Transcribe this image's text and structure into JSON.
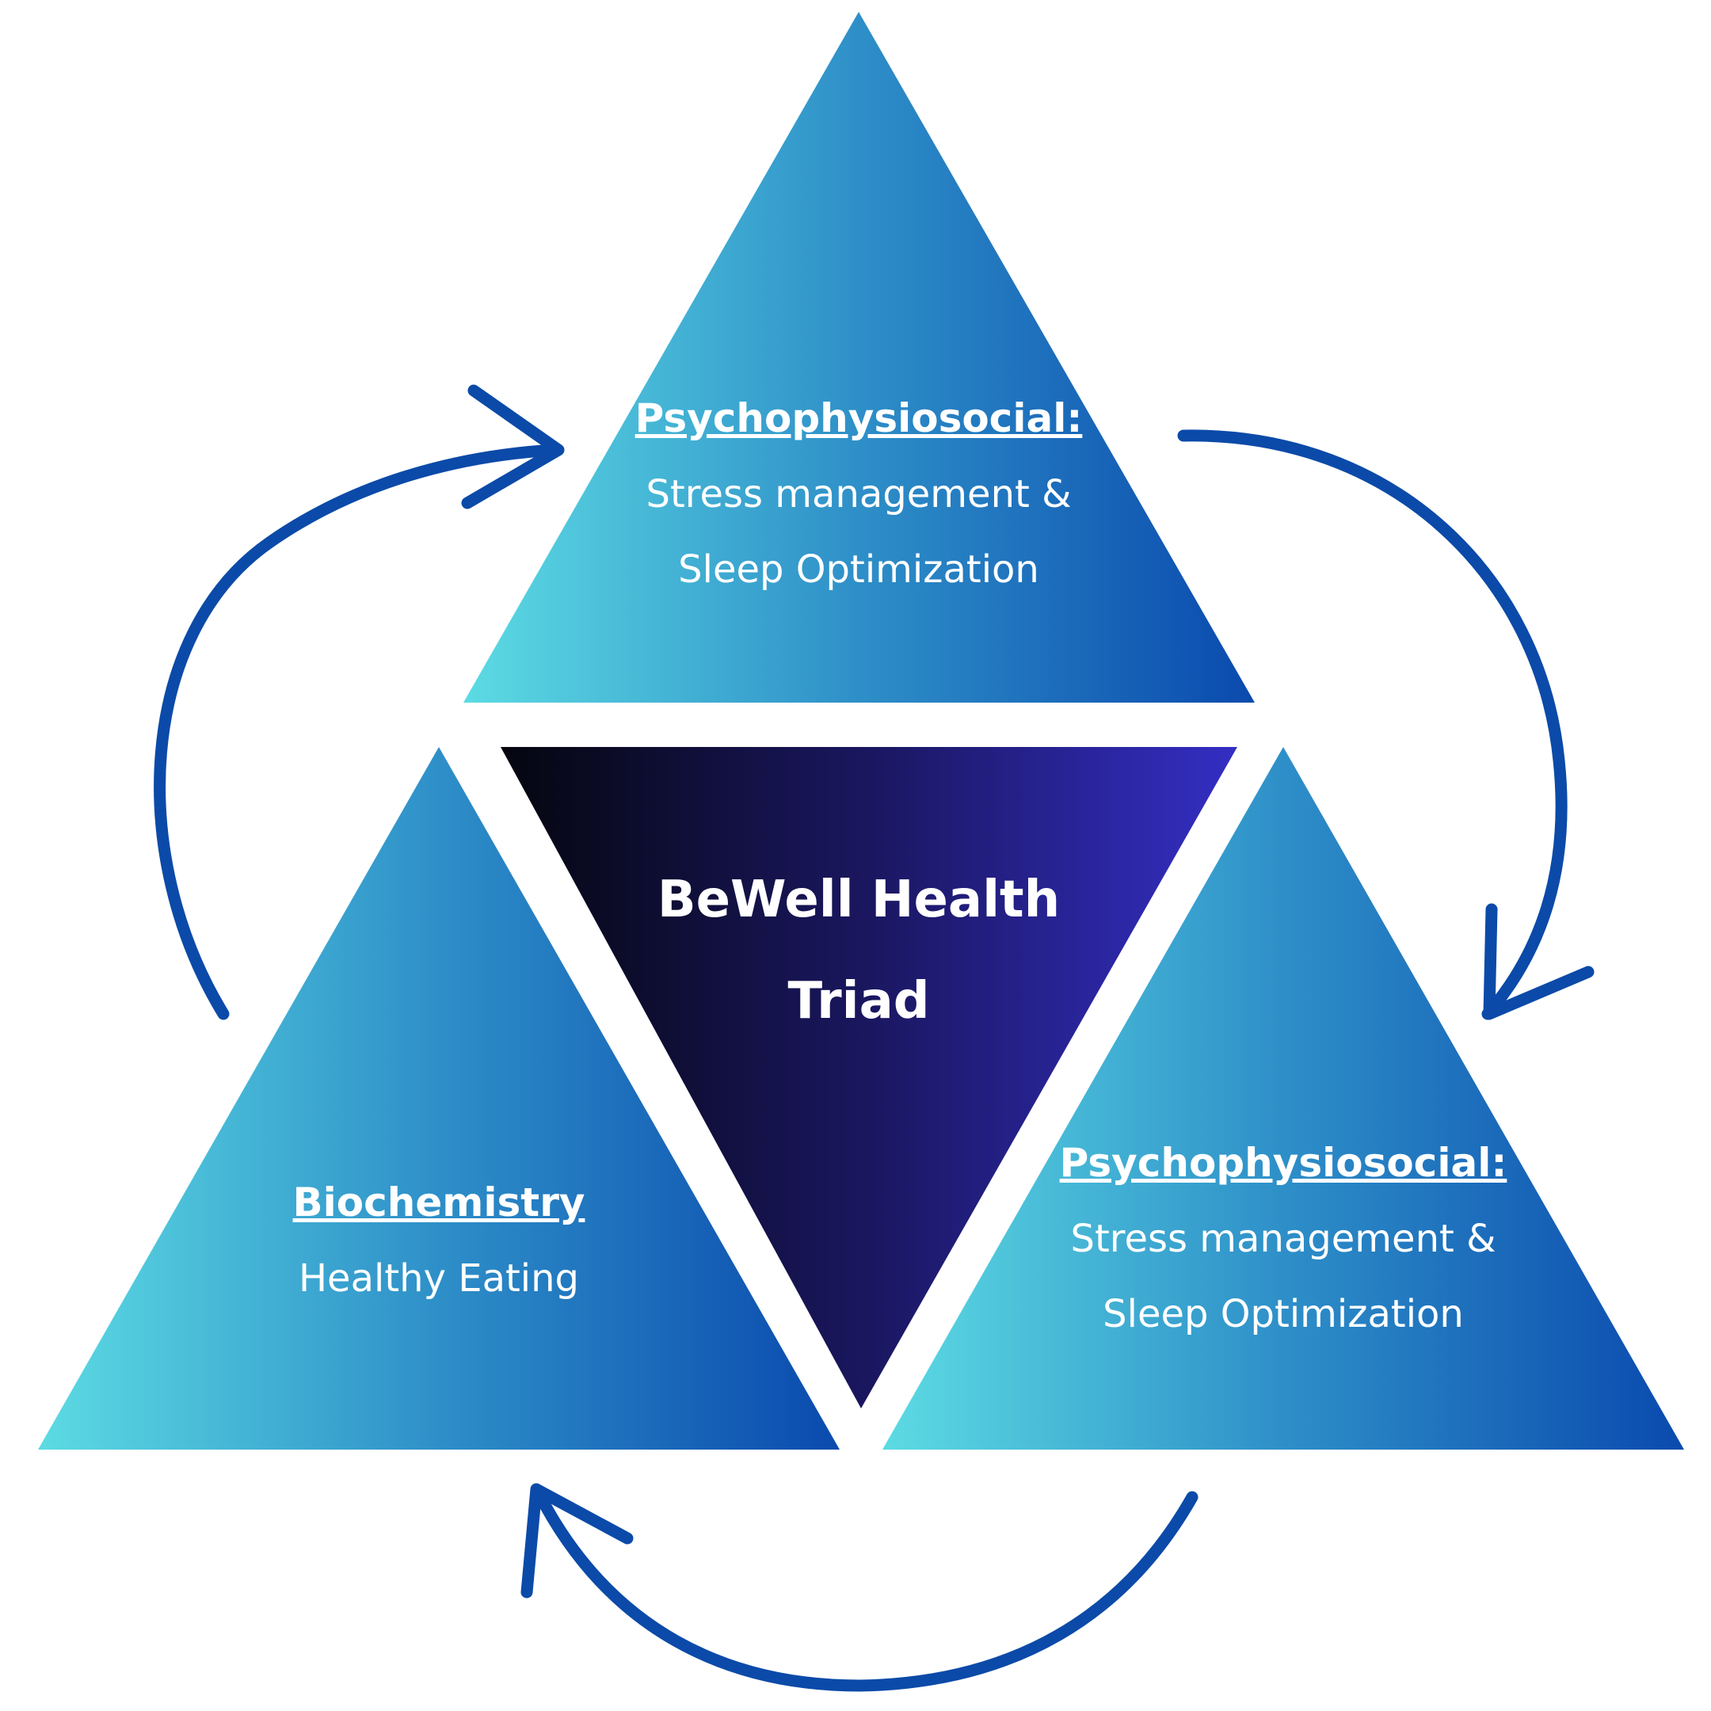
{
  "colors": {
    "triangle_light": "#5cdbe3",
    "triangle_mid": "#2e8fc8",
    "triangle_dark": "#0a4aae",
    "center_dark": "#05060f",
    "center_mid": "#1a1760",
    "center_light": "#342ec4",
    "arrow": "#0b4aa8",
    "text": "#ffffff"
  },
  "top_triangle": {
    "heading": "Psychophysiosocial:",
    "line1": "Stress management &",
    "line2": "Sleep Optimization"
  },
  "left_triangle": {
    "heading": "Biochemistry",
    "line1": "Healthy Eating"
  },
  "right_triangle": {
    "heading": "Psychophysiosocial:",
    "line1": "Stress management &",
    "line2": "Sleep Optimization"
  },
  "center_triangle": {
    "line1": "BeWell Health",
    "line2": "Triad"
  },
  "arrows": [
    {
      "name": "arrow-left-to-top",
      "icon": "curved-arrow-icon"
    },
    {
      "name": "arrow-top-to-right",
      "icon": "curved-arrow-icon"
    },
    {
      "name": "arrow-right-to-left",
      "icon": "curved-arrow-icon"
    }
  ]
}
